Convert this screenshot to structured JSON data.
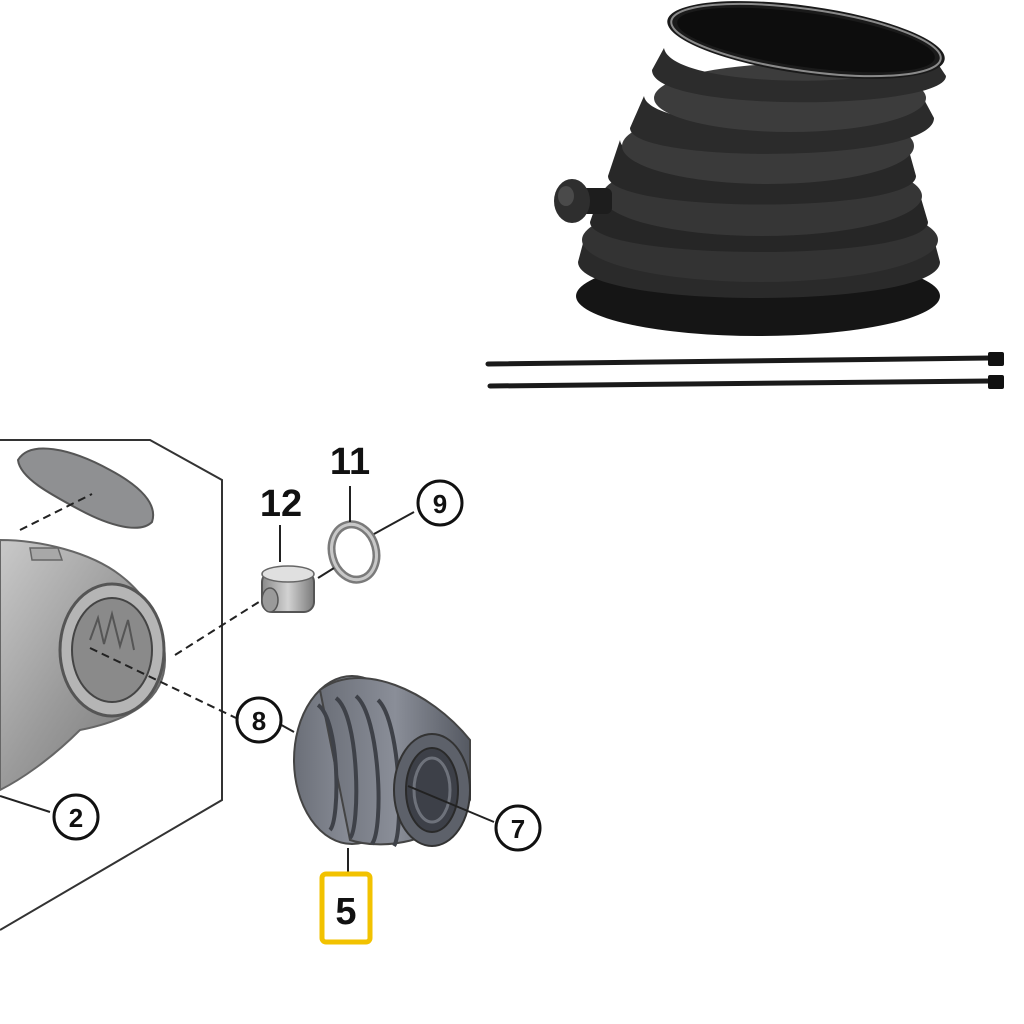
{
  "photo": {
    "product": "rubber-intake-boot-with-two-cable-ties",
    "rubber_color": "#2b2b2b",
    "tie_color": "#1a1a1a"
  },
  "diagram": {
    "highlight_color": "#f2c200",
    "callouts": {
      "c12": "12",
      "c11": "11",
      "c9": "9",
      "c8": "8",
      "c7": "7",
      "c2": "2",
      "c5": "5"
    }
  }
}
